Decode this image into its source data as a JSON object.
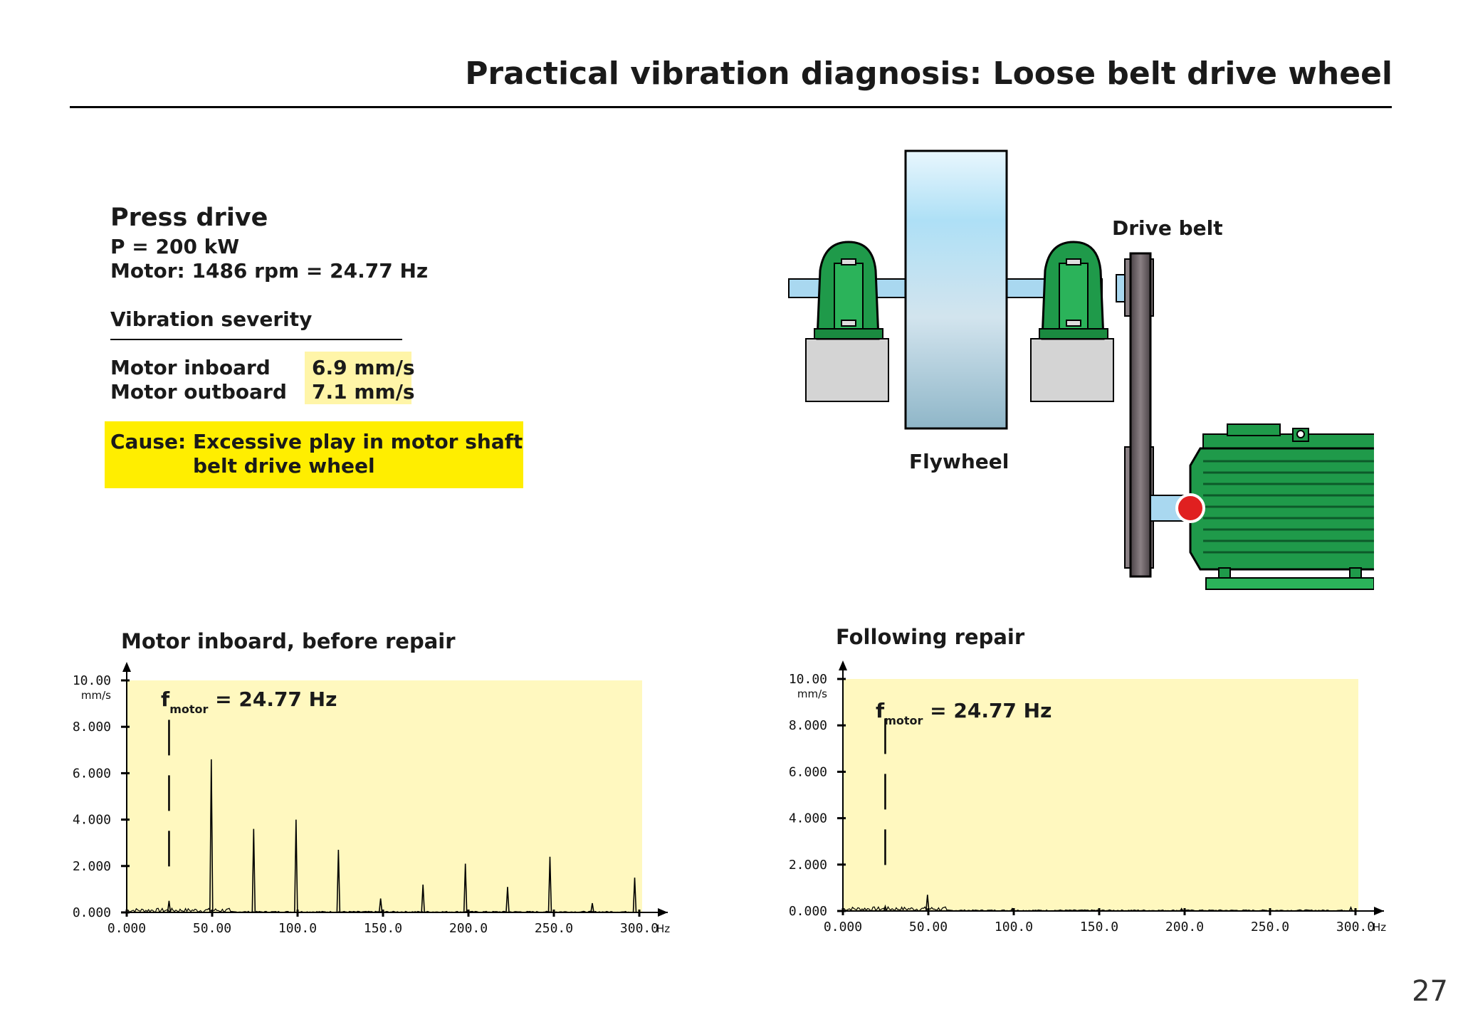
{
  "page": {
    "title": "Practical vibration diagnosis: Loose belt drive wheel",
    "page_number": "27"
  },
  "info": {
    "heading": "Press drive",
    "power": "P = 200 kW",
    "motor": "Motor: 1486 rpm = 24.77 Hz",
    "severity_heading": "Vibration severity",
    "rows": [
      {
        "label": "Motor inboard",
        "value": "6.9 mm/s"
      },
      {
        "label": "Motor outboard",
        "value": "7.1 mm/s"
      }
    ],
    "cause_label": "Cause:",
    "cause_line1": "Excessive play in motor shaft",
    "cause_line2": "belt drive wheel"
  },
  "diagram": {
    "drive_belt_label": "Drive belt",
    "flywheel_label": "Flywheel",
    "colors": {
      "housing": "#1f9a4a",
      "shaft": "#a9d8f0",
      "base": "#d4d4d4",
      "sensor": "#e02020",
      "belt": "#6a6064"
    }
  },
  "annotation": {
    "f": "f",
    "sub": "motor",
    "value": "= 24.77 Hz"
  },
  "chart_data": [
    {
      "type": "line",
      "title": "Motor inboard, before repair",
      "x_unit": "Hz",
      "y_unit": "mm/s",
      "xlim": [
        0,
        300
      ],
      "ylim": [
        0,
        10
      ],
      "x_ticks": [
        "0.000",
        "50.00",
        "100.0",
        "150.0",
        "200.0",
        "250.0",
        "300.0"
      ],
      "y_ticks": [
        "0.000",
        "2.000",
        "4.000",
        "6.000",
        "8.000",
        "10.00"
      ],
      "marker_x": 24.77,
      "background": "#fff8bf",
      "peaks": [
        [
          24.77,
          0.5
        ],
        [
          49.5,
          6.6
        ],
        [
          74.3,
          3.6
        ],
        [
          99.1,
          4.0
        ],
        [
          123.9,
          2.7
        ],
        [
          148.6,
          0.6
        ],
        [
          173.4,
          1.2
        ],
        [
          198.2,
          2.1
        ],
        [
          222.9,
          1.1
        ],
        [
          247.7,
          2.4
        ],
        [
          272.5,
          0.4
        ],
        [
          297.3,
          1.5
        ]
      ]
    },
    {
      "type": "line",
      "title": "Following repair",
      "x_unit": "Hz",
      "y_unit": "mm/s",
      "xlim": [
        0,
        300
      ],
      "ylim": [
        0,
        10
      ],
      "x_ticks": [
        "0.000",
        "50.00",
        "100.0",
        "150.0",
        "200.0",
        "250.0",
        "300.0"
      ],
      "y_ticks": [
        "0.000",
        "2.000",
        "4.000",
        "6.000",
        "8.000",
        "10.00"
      ],
      "marker_x": 24.77,
      "background": "#fff8bf",
      "peaks": [
        [
          24.77,
          0.2
        ],
        [
          49.5,
          0.7
        ],
        [
          99.1,
          0.1
        ],
        [
          198.2,
          0.1
        ],
        [
          297.3,
          0.15
        ]
      ]
    }
  ]
}
